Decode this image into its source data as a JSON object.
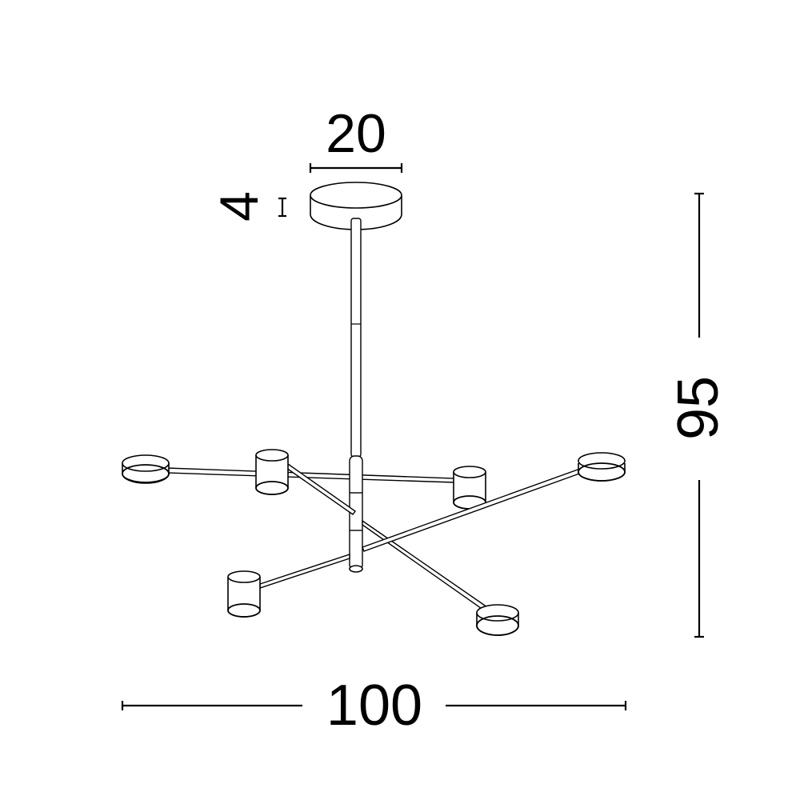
{
  "diagram": {
    "type": "product-dimension-drawing",
    "subject": "pendant chandelier with canopy, central stem and six cylindrical spot heads on four arms",
    "colors": {
      "line": "#000000",
      "background": "#ffffff"
    },
    "dimensions": {
      "canopy_width": {
        "label": "20",
        "orientation": "horizontal"
      },
      "canopy_height": {
        "label": "4",
        "orientation": "vertical-rotated"
      },
      "total_height": {
        "label": "95",
        "orientation": "vertical-rotated"
      },
      "total_width": {
        "label": "100",
        "orientation": "horizontal"
      }
    },
    "components": [
      "ceiling-canopy",
      "suspension-rod",
      "central-hub",
      "arm-horizontal-back",
      "arm-diagonal-left-front",
      "arm-diagonal-right-front",
      "light-head-1",
      "light-head-2",
      "light-head-3",
      "light-head-4",
      "light-head-5",
      "light-head-6"
    ]
  }
}
